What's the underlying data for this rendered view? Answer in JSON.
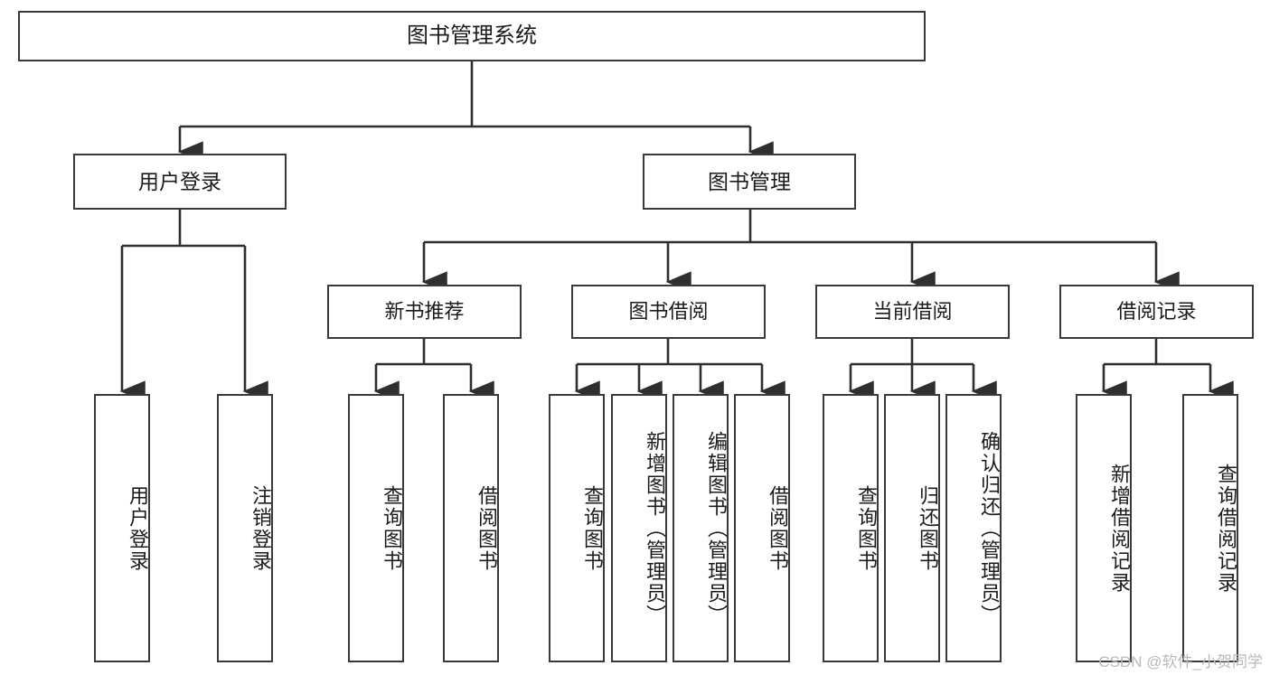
{
  "diagram": {
    "type": "hierarchy-flowchart",
    "title": "图书管理系统",
    "watermark": "CSDN @软件_小贺同学",
    "colors": {
      "box_border": "#3a3a3a",
      "box_fill": "#ffffff",
      "edge": "#2f2f2f",
      "text": "#1b1b1b",
      "watermark": "#b9b9b9"
    },
    "nodes": {
      "root": {
        "label": "图书管理系统"
      },
      "level1": [
        {
          "id": "user-login",
          "label": "用户登录"
        },
        {
          "id": "book-manage",
          "label": "图书管理"
        }
      ],
      "level2": [
        {
          "id": "new-book-recommend",
          "label": "新书推荐"
        },
        {
          "id": "book-borrow",
          "label": "图书借阅"
        },
        {
          "id": "current-borrow",
          "label": "当前借阅"
        },
        {
          "id": "borrow-record",
          "label": "借阅记录"
        }
      ],
      "leaves": {
        "user-login": [
          {
            "id": "leaf-user-login",
            "label": "用户登录"
          },
          {
            "id": "leaf-logout-login",
            "label": "注销登录"
          }
        ],
        "new-book-recommend": [
          {
            "id": "leaf-query-book-1",
            "label": "查询图书"
          },
          {
            "id": "leaf-borrow-book-1",
            "label": "借阅图书"
          }
        ],
        "book-borrow": [
          {
            "id": "leaf-query-book-2",
            "label": "查询图书"
          },
          {
            "id": "leaf-add-book",
            "label": "新增图书（管理员）"
          },
          {
            "id": "leaf-edit-book",
            "label": "编辑图书（管理员）"
          },
          {
            "id": "leaf-borrow-book-2",
            "label": "借阅图书"
          }
        ],
        "current-borrow": [
          {
            "id": "leaf-query-book-3",
            "label": "查询图书"
          },
          {
            "id": "leaf-return-book",
            "label": "归还图书"
          },
          {
            "id": "leaf-confirm-return",
            "label": "确认归还（管理员）"
          }
        ],
        "borrow-record": [
          {
            "id": "leaf-add-record",
            "label": "新增借阅记录"
          },
          {
            "id": "leaf-query-record",
            "label": "查询借阅记录"
          }
        ]
      }
    }
  }
}
